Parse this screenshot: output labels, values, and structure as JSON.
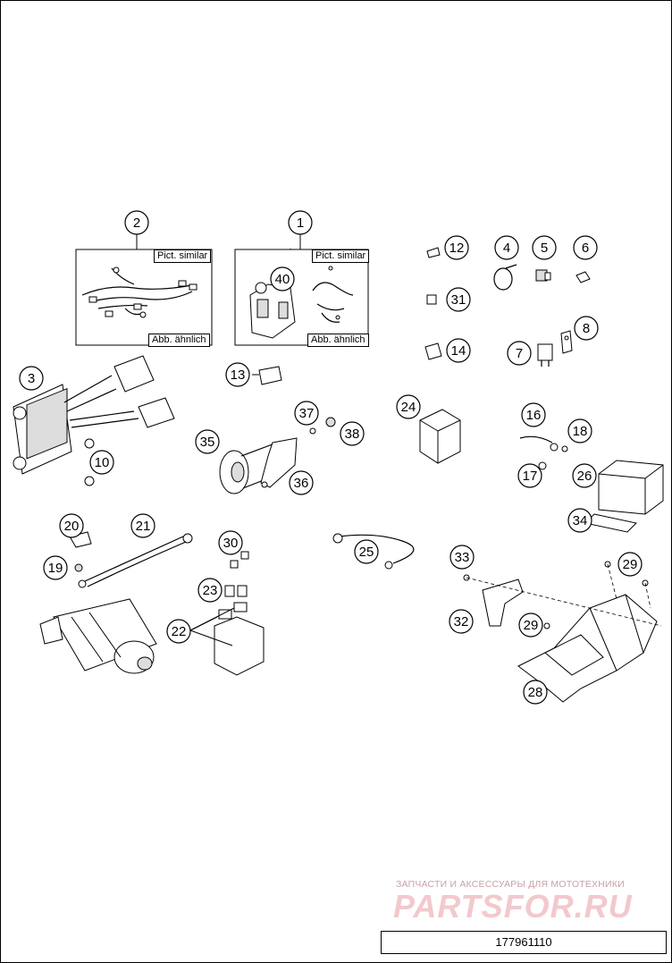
{
  "labels": {
    "pict_similar": "Pict. similar",
    "abb_aehnlich": "Abb. ähnlich"
  },
  "watermark": {
    "tagline": "ЗАПЧАСТИ И АКСЕССУАРЫ ДЛЯ МОТОТЕХНИКИ",
    "brand": "PARTSFOR.RU"
  },
  "document_number": "177961110",
  "callouts": [
    "2",
    "1",
    "12",
    "4",
    "5",
    "6",
    "40",
    "31",
    "14",
    "7",
    "8",
    "3",
    "13",
    "24",
    "37",
    "38",
    "16",
    "18",
    "35",
    "10",
    "36",
    "17",
    "26",
    "34",
    "20",
    "21",
    "30",
    "25",
    "33",
    "29",
    "19",
    "23",
    "32",
    "29",
    "22",
    "28"
  ]
}
